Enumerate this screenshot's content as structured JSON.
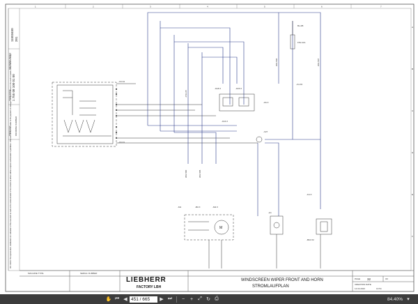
{
  "sheet": {
    "columns": [
      "1",
      "2",
      "3",
      "4",
      "5",
      "6",
      "7"
    ],
    "rows": [
      "A",
      "B",
      "C",
      "D",
      "E",
      "F"
    ]
  },
  "side_panel": {
    "doc_number": "11503450",
    "index": "391",
    "drawing_number": "1 755 08 100 01 00",
    "labels": [
      "PRODUCT",
      "DRAWING NUMBER",
      "ITEM CODE",
      "DRAWING INDEX"
    ],
    "legal": "ISO 16016: The reproduction, distribution and utilization of this document as well as the communication of its contents to others without express authorization is prohibited. Offenders will be held liable for the payment of damages. All rights reserved in the event of patent, utility model or design."
  },
  "title_block": {
    "machine_type_label": "MACHINE TYPE",
    "serial_number_label": "SERIAL NUMBER",
    "brand": "LIEBHERR",
    "factory": "FACTORY LBH",
    "title_line1": "WINDSCREEN WIPER FRONT AND HORN",
    "title_line2": "STROMLAUFPLAN",
    "page_label": "PAGE",
    "page_value": "32",
    "of_label": "OF",
    "creation_date_label": "CREATION DATE",
    "creation_date": "14.04.2022",
    "creation_time": "13:54"
  },
  "schematic_labels": {
    "x62": "-X3.X2",
    "k18": "-K18.X",
    "k15": "-K15.X",
    "k16": "-K16.X",
    "x1": "-X3.X1",
    "m1": "-M1",
    "m2": "-M2.X",
    "b3": "-B3.X",
    "h1": "-H1",
    "b10": "-B10.X2",
    "f63": "-F63.A5",
    "x27": "-X27",
    "k6": "-K6.X",
    "w1": "W/1-500",
    "w2": "W/1-505",
    "w3": "W/1-506",
    "w4": "W/1-507",
    "k4": "-K4.X",
    "f51": "F51.10A",
    "x1r": "-X4.X6",
    "bl": "BL-0B",
    "m": "M"
  },
  "toolbar": {
    "page_input": "451 / 665",
    "zoom": "84.40%",
    "icons": [
      "pan-icon",
      "zoom-out-icon",
      "zoom-in-icon",
      "first-page-icon",
      "prev-page-icon",
      "next-page-icon",
      "last-page-icon",
      "fit-icon",
      "rotate-icon",
      "print-icon"
    ]
  }
}
